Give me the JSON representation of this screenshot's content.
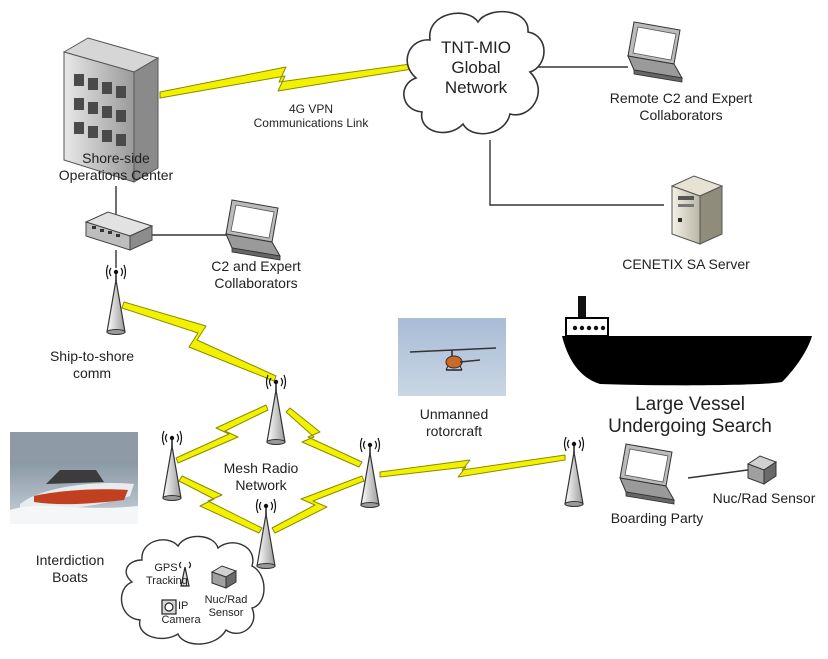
{
  "colors": {
    "bolt": "#f2f200",
    "bolt_stroke": "#8a8a00",
    "line": "#333333",
    "sky": "#b9c9dd",
    "hull": "#000000"
  },
  "icons": [
    "building-icon",
    "laptop-icon",
    "server-icon",
    "switch-icon",
    "antenna-tower-icon",
    "ship-icon",
    "sensor-icon",
    "camera-icon"
  ],
  "labels": {
    "cloud_title": [
      "TNT-MIO",
      "Global",
      "Network"
    ],
    "vpn_link": [
      "4G VPN",
      "Communications Link"
    ],
    "shore_ops": [
      "Shore-side",
      "Operations Center"
    ],
    "remote_c2": [
      "Remote C2 and Expert",
      "Collaborators"
    ],
    "cenetix": "CENETIX SA Server",
    "c2_expert": [
      "C2 and Expert",
      "Collaborators"
    ],
    "ship_to_shore": [
      "Ship-to-shore",
      "comm"
    ],
    "rotorcraft": [
      "Unmanned",
      "rotorcraft"
    ],
    "large_vessel": [
      "Large Vessel",
      "Undergoing Search"
    ],
    "mesh": [
      "Mesh Radio",
      "Network"
    ],
    "interdiction": [
      "Interdiction",
      "Boats"
    ],
    "boarding": "Boarding Party",
    "nucrad_right": "Nuc/Rad Sensor",
    "gps": [
      "GPS",
      "Tracking"
    ],
    "ip_camera": [
      "IP",
      "Camera"
    ],
    "nucrad_cloud": [
      "Nuc/Rad",
      "Sensor"
    ]
  }
}
